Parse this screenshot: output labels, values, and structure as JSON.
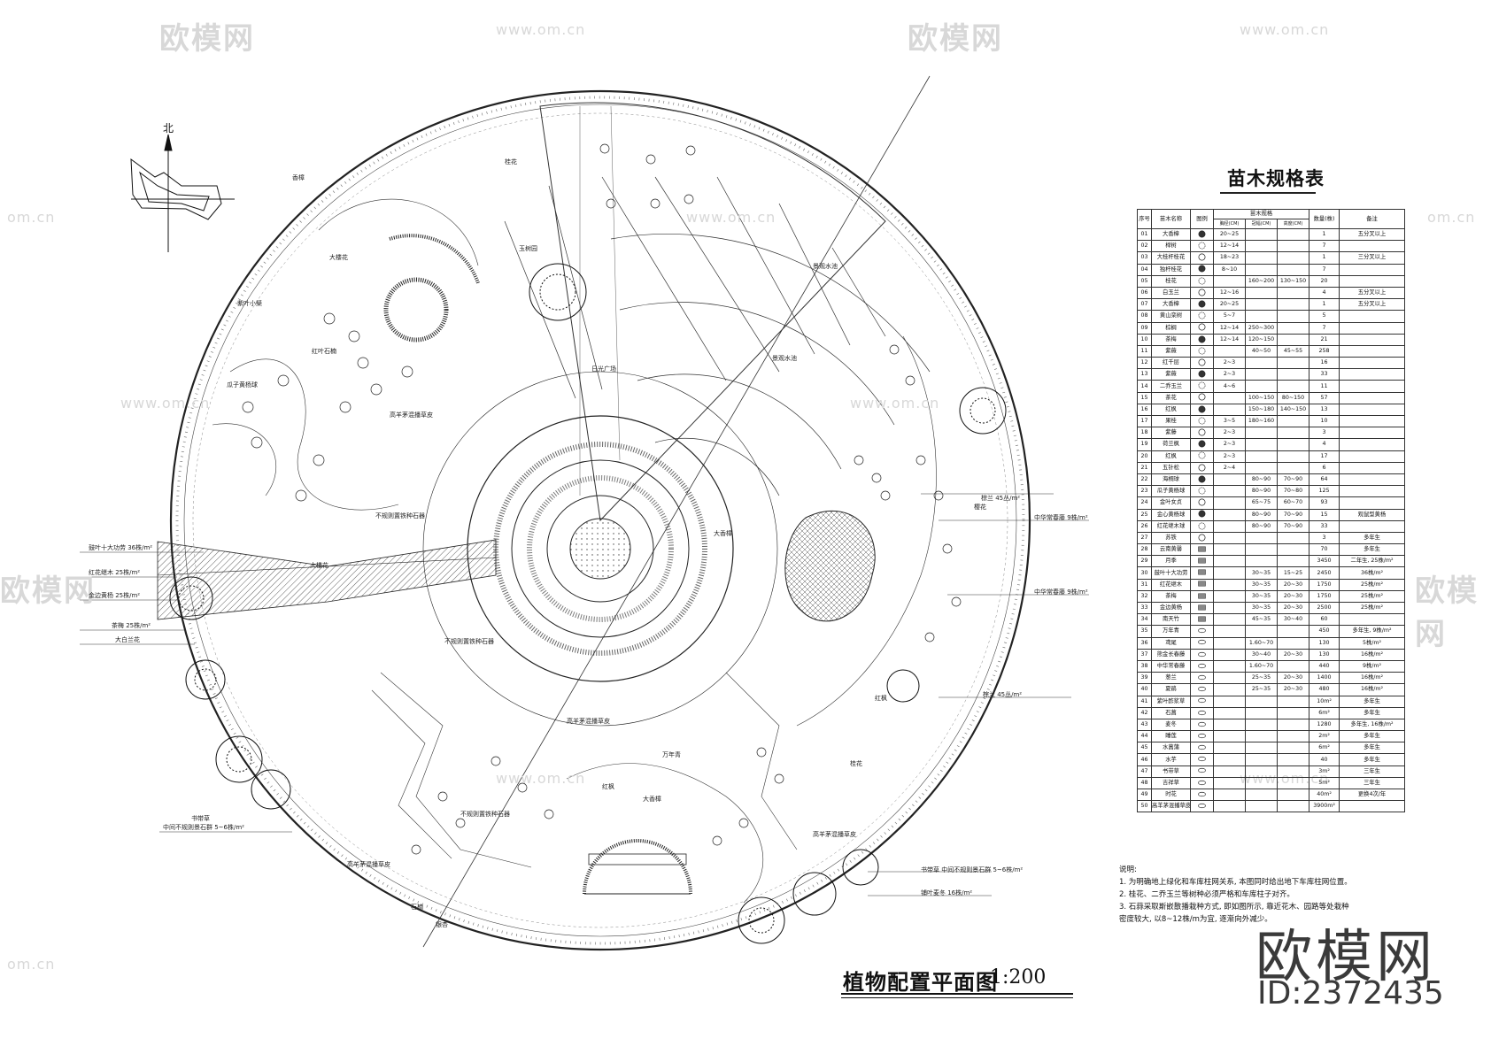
{
  "watermark": {
    "brand": "欧模网",
    "url": "www.om.cn",
    "url_short": "om.cn"
  },
  "north_label": "北",
  "plan_labels": [
    "景观水池",
    "景观水池",
    "日光广场",
    "高羊茅混播草皮",
    "高羊茅混播草皮",
    "高羊茅混播草皮",
    "高羊茅混播草皮",
    "玉树园",
    "大楼花",
    "红叶石楠",
    "紫叶小檗",
    "不规则置铁种石器",
    "香樟",
    "桂花",
    "红枫",
    "大香樟",
    "万年青",
    "石楠",
    "银杏",
    "大楼花",
    "瓜子黄杨球",
    "不规则置铁种石器",
    "不规则置铁种石器",
    "大香樟",
    "樱花",
    "红枫",
    "桂花"
  ],
  "left_callouts": [
    "鼓叶十大功劳 36株/m²",
    "红花继木 25株/m²",
    "金边黄杨 25株/m²",
    "茶梅 25株/m²",
    "大白兰花",
    "书带草",
    "中间不规则景石群 5~6株/m²"
  ],
  "right_callouts": [
    "棕兰 45丛/m²",
    "中华常春藤 9株/m²",
    "中华常春藤 9株/m²",
    "棕兰 45丛/m²",
    "书带草 中间不规则景石群 5~6株/m²",
    "铺叶麦冬 16株/m²"
  ],
  "spec_table": {
    "title": "苗木规格表",
    "headers": [
      "序号",
      "苗木名称",
      "图例",
      "苗木规格",
      "数量(株)",
      "备注"
    ],
    "sub_headers": [
      "胸径(CM)",
      "冠幅(CM)",
      "高度(CM)"
    ],
    "rows": [
      [
        "01",
        "大香樟",
        "20~25",
        "",
        "",
        "1",
        "五分叉以上"
      ],
      [
        "02",
        "榉树",
        "12~14",
        "",
        "",
        "7",
        ""
      ],
      [
        "03",
        "大桂杆桂花",
        "18~23",
        "",
        "",
        "1",
        "三分叉以上"
      ],
      [
        "04",
        "独杆桂花",
        "8~10",
        "",
        "",
        "7",
        ""
      ],
      [
        "05",
        "桂花",
        "",
        "160~200",
        "130~150",
        "20",
        ""
      ],
      [
        "06",
        "白玉兰",
        "12~16",
        "",
        "",
        "4",
        "五分叉以上"
      ],
      [
        "07",
        "大香樟",
        "20~25",
        "",
        "",
        "1",
        "五分叉以上"
      ],
      [
        "08",
        "黄山栾树",
        "5~7",
        "",
        "",
        "5",
        ""
      ],
      [
        "09",
        "棕榈",
        "12~14",
        "250~300",
        "",
        "7",
        ""
      ],
      [
        "10",
        "茶梅",
        "12~14",
        "120~150",
        "",
        "21",
        ""
      ],
      [
        "11",
        "紫薇",
        "",
        "40~50",
        "45~55",
        "258",
        ""
      ],
      [
        "12",
        "红千层",
        "2~3",
        "",
        "",
        "16",
        ""
      ],
      [
        "13",
        "紫薇",
        "2~3",
        "",
        "",
        "33",
        ""
      ],
      [
        "14",
        "二乔玉兰",
        "4~6",
        "",
        "",
        "11",
        ""
      ],
      [
        "15",
        "茶花",
        "",
        "100~150",
        "80~150",
        "57",
        ""
      ],
      [
        "16",
        "红枫",
        "",
        "150~180",
        "140~150",
        "13",
        ""
      ],
      [
        "17",
        "果桂",
        "3~5",
        "180~160",
        "",
        "10",
        ""
      ],
      [
        "18",
        "紫藤",
        "2~3",
        "",
        "",
        "3",
        ""
      ],
      [
        "19",
        "荷兰枫",
        "2~3",
        "",
        "",
        "4",
        ""
      ],
      [
        "20",
        "红枫",
        "2~3",
        "",
        "",
        "17",
        ""
      ],
      [
        "21",
        "五针松",
        "2~4",
        "",
        "",
        "6",
        ""
      ],
      [
        "22",
        "海桐球",
        "",
        "80~90",
        "70~90",
        "64",
        ""
      ],
      [
        "23",
        "瓜子黄杨球",
        "",
        "80~90",
        "70~80",
        "125",
        ""
      ],
      [
        "24",
        "金叶女贞",
        "",
        "65~75",
        "60~70",
        "93",
        ""
      ],
      [
        "25",
        "金心黄杨球",
        "",
        "80~90",
        "70~90",
        "15",
        "观鼠型黄杨"
      ],
      [
        "26",
        "红花继木球",
        "",
        "80~90",
        "70~90",
        "33",
        ""
      ],
      [
        "27",
        "苏铁",
        "",
        "",
        "",
        "3",
        "多年生"
      ],
      [
        "28",
        "云南黄馨",
        "",
        "",
        "",
        "70",
        "多年生"
      ],
      [
        "29",
        "月季",
        "",
        "",
        "",
        "3450",
        "二年生, 25株/m²"
      ],
      [
        "30",
        "鼓叶十大功劳",
        "",
        "30~35",
        "15~25",
        "2450",
        "36株/m²"
      ],
      [
        "31",
        "红花继木",
        "",
        "30~35",
        "20~30",
        "1750",
        "25株/m²"
      ],
      [
        "32",
        "茶梅",
        "",
        "30~35",
        "20~30",
        "1750",
        "25株/m²"
      ],
      [
        "33",
        "金边黄杨",
        "",
        "30~35",
        "20~30",
        "2500",
        "25株/m²"
      ],
      [
        "34",
        "南天竹",
        "",
        "45~35",
        "30~40",
        "60",
        ""
      ],
      [
        "35",
        "万年青",
        "",
        "",
        "",
        "450",
        "多年生, 9株/m²"
      ],
      [
        "36",
        "鸢尾",
        "",
        "1.60~70",
        "",
        "130",
        "5株/m²"
      ],
      [
        "37",
        "熊金长春藤",
        "",
        "30~40",
        "20~30",
        "130",
        "16株/m²"
      ],
      [
        "38",
        "中华常春藤",
        "",
        "1.60~70",
        "",
        "440",
        "9株/m²"
      ],
      [
        "39",
        "葱兰",
        "",
        "25~35",
        "20~30",
        "1400",
        "16株/m²"
      ],
      [
        "40",
        "夏鹃",
        "",
        "25~35",
        "20~30",
        "480",
        "16株/m²"
      ],
      [
        "41",
        "紫叶酢浆草",
        "",
        "",
        "",
        "10m²",
        "多年生"
      ],
      [
        "42",
        "石菖",
        "",
        "",
        "",
        "6m²",
        "多年生"
      ],
      [
        "43",
        "麦冬",
        "",
        "",
        "",
        "1280",
        "多年生, 16株/m²"
      ],
      [
        "44",
        "睡莲",
        "",
        "",
        "",
        "2m²",
        "多年生"
      ],
      [
        "45",
        "水菖蒲",
        "",
        "",
        "",
        "6m²",
        "多年生"
      ],
      [
        "46",
        "水芋",
        "",
        "",
        "",
        "40",
        "多年生"
      ],
      [
        "47",
        "书带草",
        "",
        "",
        "",
        "3m²",
        "三年生"
      ],
      [
        "48",
        "吉祥草",
        "",
        "",
        "",
        "5m²",
        "三年生"
      ],
      [
        "49",
        "时花",
        "",
        "",
        "",
        "40m²",
        "更换4次/年"
      ],
      [
        "50",
        "高羊茅混播草皮",
        "",
        "",
        "",
        "3900m²",
        ""
      ]
    ]
  },
  "notes": {
    "title": "说明:",
    "lines": [
      "1. 为明确地上绿化和车库柱网关系, 本图同时给出地下车库柱网位置。",
      "2. 桂花、二乔玉兰等树种必须严格和车库柱子对齐。",
      "3. 石蒜采取斯嵌散播栽种方式, 即如图所示, 靠近花木、园路等处栽种",
      "   密度较大, 以8~12株/m为宜, 逐渐向外减少。"
    ]
  },
  "drawing_title": "植物配置平面图",
  "drawing_scale": "1:200",
  "brand_logo": "欧模网",
  "brand_id": "ID:2372435"
}
